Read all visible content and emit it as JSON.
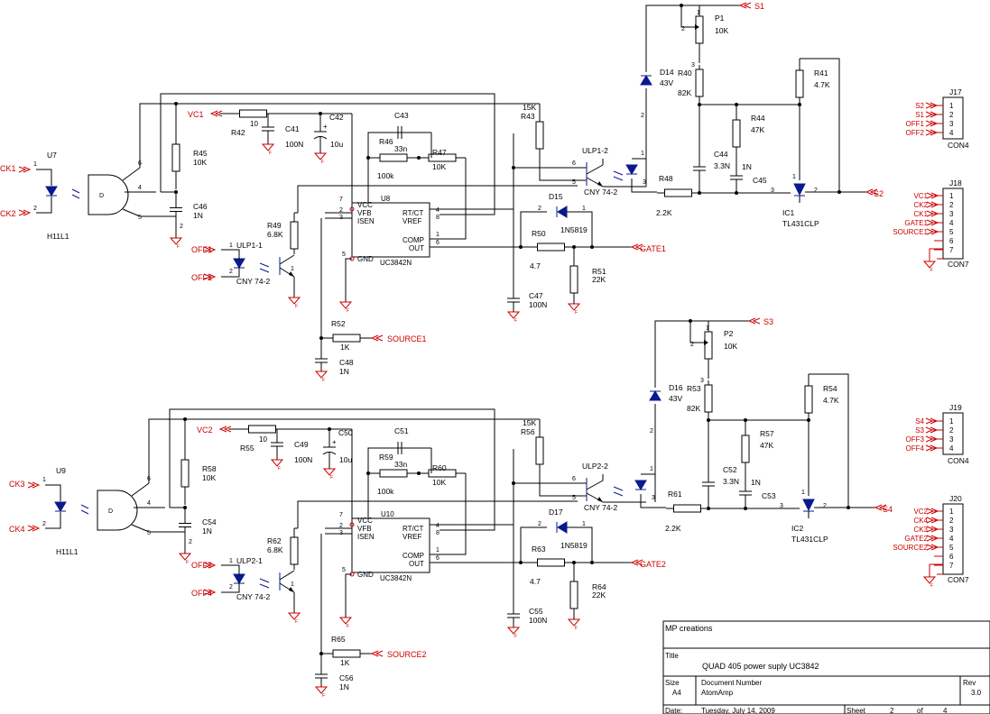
{
  "colors": {
    "wire": "#000000",
    "net": "#cc0000",
    "part": "#0a1a8c",
    "background": "#ffffff"
  },
  "circuits": [
    {
      "opto_in": "U7",
      "opto_in_part": "H11L1",
      "opto_in_pins": [
        "1",
        "2",
        "6",
        "4",
        "5"
      ],
      "ck_a": "CK1",
      "ck_b": "CK2",
      "vc": "VC1",
      "off_a": "OFF1",
      "off_b": "OFF2",
      "source": "SOURCE1",
      "gate": "GATE1",
      "supply": "S1",
      "s_out": "S2",
      "opto_fb": "ULP1-1",
      "opto_fb_part": "CNY 74-2",
      "opto_out": "ULP1-2",
      "opto_out_part": "CNY 74-2",
      "ic": "U8",
      "ic_part": "UC3842N",
      "ic_pins": {
        "vcc": "VCC",
        "vfb": "VFB",
        "isen": "ISEN",
        "gnd": "GND",
        "rtct": "RT/CT",
        "vref": "VREF",
        "comp": "COMP",
        "out": "OUT"
      },
      "ic_pinnums": [
        "7",
        "2",
        "3",
        "5",
        "4",
        "8",
        "1",
        "6"
      ],
      "ref": "IC1",
      "ref_part": "TL431CLP",
      "ref_pins": [
        "1",
        "3",
        "2"
      ],
      "zener": "D14",
      "zener_val": "43V",
      "diode": "D15",
      "diode_val": "1N5819",
      "pot": "P1",
      "pot_val": "10K",
      "pot_pins": [
        "1",
        "2",
        "3"
      ],
      "R42": "R42",
      "C41": "C41",
      "C41v": "100N",
      "C42": "C42",
      "C42v": "10u",
      "C42p": "+",
      "v10": "10",
      "R45": "R45",
      "R45v": "10K",
      "C46": "C46",
      "C46v": "1N",
      "C43": "C43",
      "C43v": "33n",
      "R46": "R46",
      "R46v": "100k",
      "R47": "R47",
      "R47v": "10K",
      "R43": "R43",
      "R43v": "15K",
      "R49": "R49",
      "R49v": "6.8K",
      "R50": "R50",
      "R50v": "4.7",
      "R51": "R51",
      "R51v": "22K",
      "R52": "R52",
      "R52v": "1K",
      "C48": "C48",
      "C48v": "1N",
      "C47": "C47",
      "C47v": "100N",
      "R40": "R40",
      "R40v": "82K",
      "R41": "R41",
      "R41v": "4.7K",
      "R44": "R44",
      "R44v": "47K",
      "C44": "C44",
      "C44v": "3.3N",
      "C45": "C45",
      "C45v": "1N",
      "R48": "R48",
      "R48v": "2.2K",
      "num_labels": [
        "1",
        "2",
        "6",
        "5",
        "3"
      ],
      "con_a": "J17",
      "con_a_part": "CON4",
      "con_a_nets": [
        "S2",
        "S1",
        "OFF1",
        "OFF2"
      ],
      "con_b": "J18",
      "con_b_part": "CON7",
      "con_b_nets": [
        "VC1",
        "CK2",
        "CK1",
        "GATE1",
        "SOURCE1"
      ]
    },
    {
      "opto_in": "U9",
      "opto_in_part": "H11L1",
      "opto_in_pins": [
        "1",
        "2",
        "6",
        "4",
        "5"
      ],
      "ck_a": "CK3",
      "ck_b": "CK4",
      "vc": "VC2",
      "off_a": "OFF3",
      "off_b": "OFF4",
      "source": "SOURCE2",
      "gate": "GATE2",
      "supply": "S3",
      "s_out": "S4",
      "opto_fb": "ULP2-1",
      "opto_fb_part": "CNY 74-2",
      "opto_out": "ULP2-2",
      "opto_out_part": "CNY 74-2",
      "ic": "U10",
      "ic_part": "UC3842N",
      "ic_pins": {
        "vcc": "VCC",
        "vfb": "VFB",
        "isen": "ISEN",
        "gnd": "GND",
        "rtct": "RT/CT",
        "vref": "VREF",
        "comp": "COMP",
        "out": "OUT"
      },
      "ic_pinnums": [
        "7",
        "2",
        "3",
        "5",
        "4",
        "8",
        "1",
        "6"
      ],
      "ref": "IC2",
      "ref_part": "TL431CLP",
      "ref_pins": [
        "1",
        "3",
        "2"
      ],
      "zener": "D16",
      "zener_val": "43V",
      "diode": "D17",
      "diode_val": "1N5819",
      "pot": "P2",
      "pot_val": "10K",
      "pot_pins": [
        "1",
        "2",
        "3"
      ],
      "R42": "R55",
      "C41": "C49",
      "C41v": "100N",
      "C42": "C50",
      "C42v": "10u",
      "C42p": "+",
      "v10": "10",
      "R45": "R58",
      "R45v": "10K",
      "C46": "C54",
      "C46v": "1N",
      "C43": "C51",
      "C43v": "33n",
      "R46": "R59",
      "R46v": "100k",
      "R47": "R60",
      "R47v": "10K",
      "R43": "R56",
      "R43v": "15K",
      "R49": "R62",
      "R49v": "6.8K",
      "R50": "R63",
      "R50v": "4.7",
      "R51": "R64",
      "R51v": "22K",
      "R52": "R65",
      "R52v": "1K",
      "C48": "C56",
      "C48v": "1N",
      "C47": "C55",
      "C47v": "100N",
      "R40": "R53",
      "R40v": "82K",
      "R41": "R54",
      "R41v": "4.7K",
      "R44": "R57",
      "R44v": "47K",
      "C44": "C52",
      "C44v": "3.3N",
      "C45": "C53",
      "C45v": "1N",
      "R48": "R61",
      "R48v": "2.2K",
      "num_labels": [
        "1",
        "2",
        "6",
        "5",
        "3"
      ],
      "con_a": "J19",
      "con_a_part": "CON4",
      "con_a_nets": [
        "S4",
        "S3",
        "OFF3",
        "OFF4"
      ],
      "con_b": "J20",
      "con_b_part": "CON7",
      "con_b_nets": [
        "VC2",
        "CK4",
        "CK3",
        "GATE2",
        "SOURCE2"
      ]
    }
  ],
  "connector_pins_4": [
    "1",
    "2",
    "3",
    "4"
  ],
  "connector_pins_7": [
    "1",
    "2",
    "3",
    "4",
    "5",
    "6",
    "7"
  ],
  "ground_mark": "F",
  "title_block": {
    "company": "MP creations",
    "title_label": "Title",
    "title": "QUAD 405 power suply  UC3842",
    "size_label": "Size",
    "size": "A4",
    "docnum_label": "Document Number",
    "docnum": "AtomAmp",
    "rev_label": "Rev",
    "rev": "3.0",
    "date_label": "Date:",
    "date": "Tuesday, July 14, 2009",
    "sheet_label": "Sheet",
    "sheet": "2",
    "of_label": "of",
    "sheets": "4"
  }
}
